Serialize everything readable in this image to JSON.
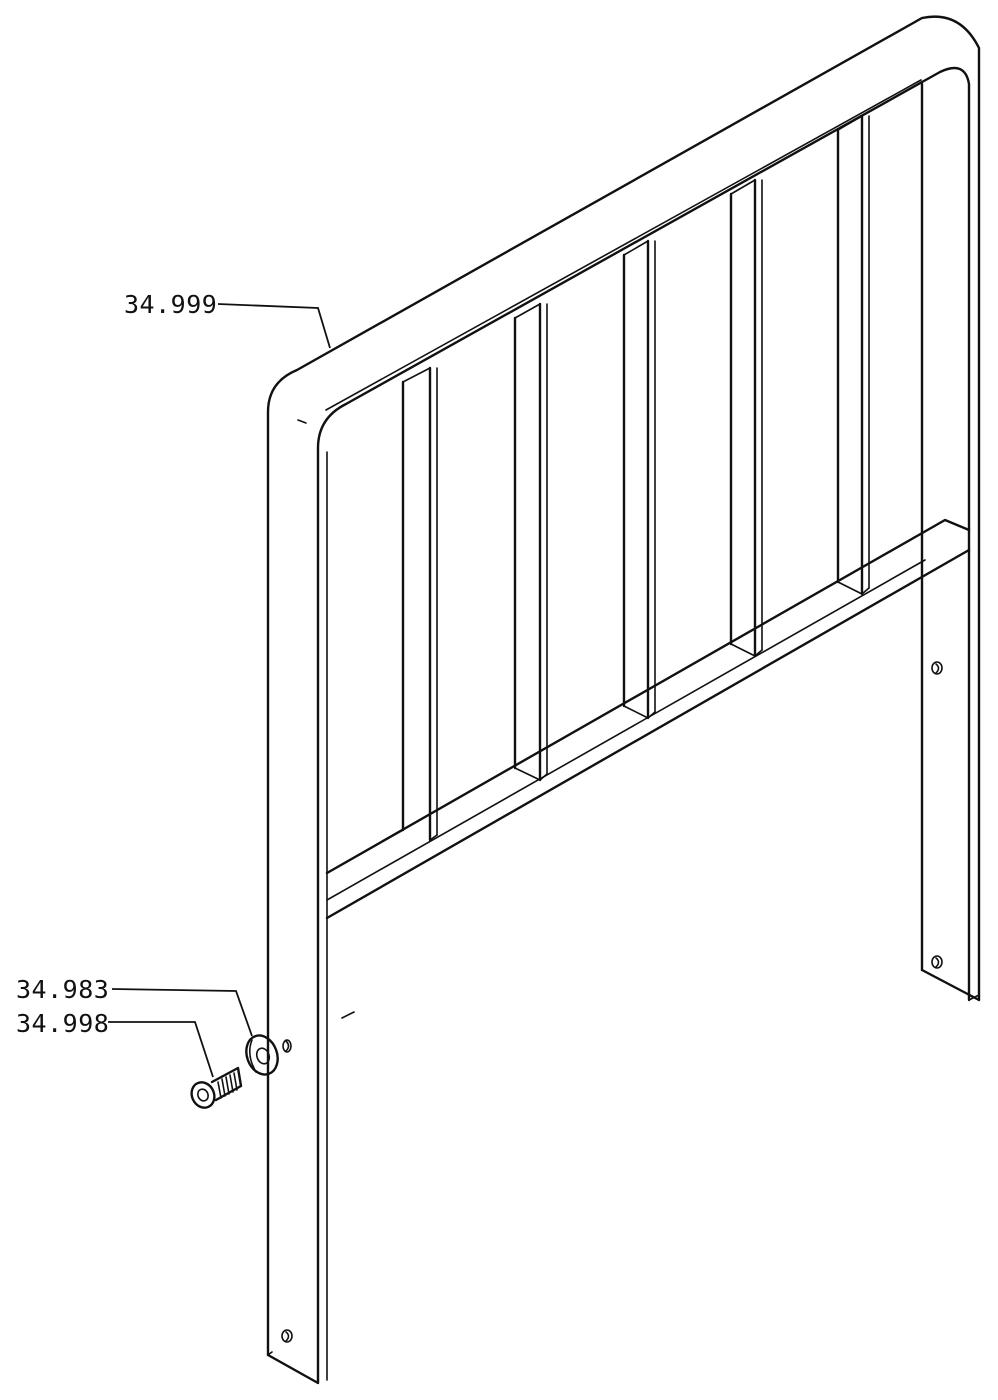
{
  "callouts": {
    "headboard": "34.999",
    "washer": "34.983",
    "screw": "34.998"
  },
  "colors": {
    "ink": "#111111",
    "paper": "#ffffff"
  }
}
